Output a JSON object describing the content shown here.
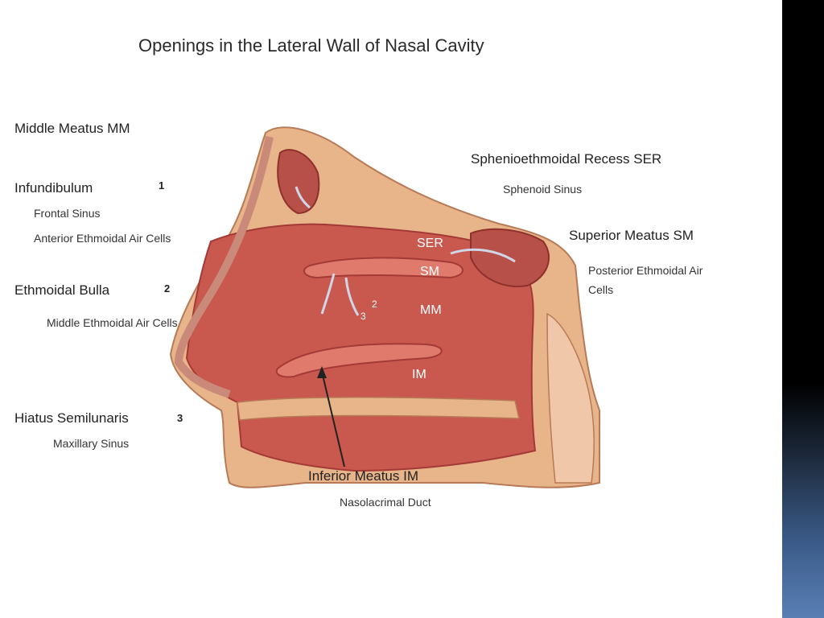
{
  "title": "Openings in the Lateral Wall of Nasal Cavity",
  "colors": {
    "tissue": "#c9584f",
    "tissue_dark": "#a43a36",
    "bone": "#e8b48a",
    "mucosa": "#e07a6c",
    "accent_bar": "#3b5c8a"
  },
  "left_labels": {
    "mm_heading": "Middle Meatus  MM",
    "infundibulum": "Infundibulum",
    "infundibulum_num": "1",
    "frontal_sinus": "Frontal Sinus",
    "ant_ethmoidal": "Anterior Ethmoidal Air Cells",
    "ethmoidal_bulla": "Ethmoidal Bulla",
    "ethmoidal_bulla_num": "2",
    "mid_ethmoidal": "Middle Ethmoidal Air Cells",
    "hiatus": "Hiatus Semilunaris",
    "hiatus_num": "3",
    "maxillary": "Maxillary Sinus"
  },
  "right_labels": {
    "ser_heading": "Sphenioethmoidal Recess  SER",
    "sphenoid": "Sphenoid Sinus",
    "sm_heading": "Superior Meatus  SM",
    "post_ethmoidal_1": "Posterior Ethmoidal Air",
    "post_ethmoidal_2": "Cells"
  },
  "bottom_labels": {
    "im_heading": "Inferior Meatus  IM",
    "nasolacrimal": "Nasolacrimal Duct"
  },
  "overlay_labels": {
    "ser": "SER",
    "sm": "SM",
    "mm": "MM",
    "im": "IM",
    "n2": "2",
    "n3": "3"
  }
}
